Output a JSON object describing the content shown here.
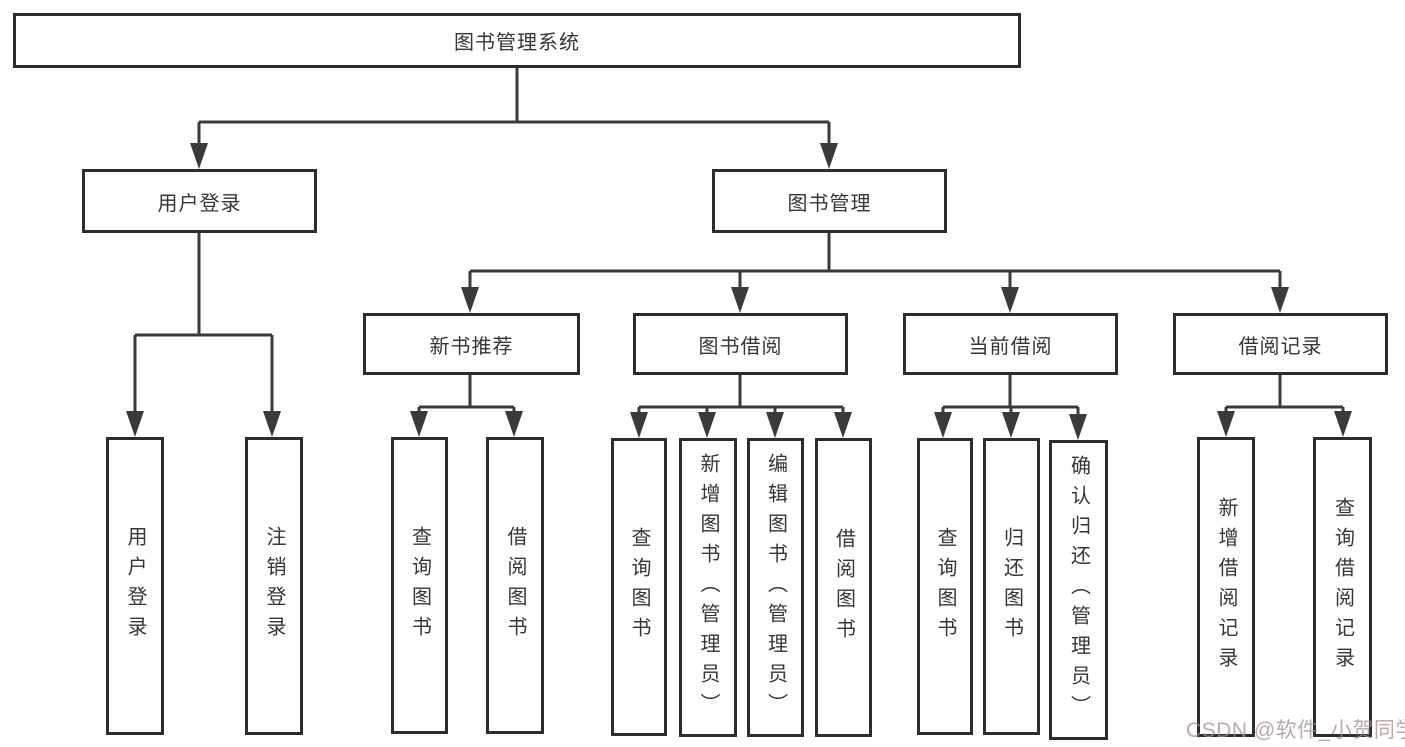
{
  "watermark": "CSDN @软件_小贺同学",
  "colors": {
    "background": "#ffffff",
    "line": "#3a3a3a",
    "box_border": "#2d2d2d",
    "text": "#363636",
    "watermark": "#a68c8c"
  },
  "tree": {
    "root": {
      "label": "图书管理系统",
      "children": [
        {
          "label": "用户登录",
          "children": [
            {
              "label": "用户登录"
            },
            {
              "label": "注销登录"
            }
          ]
        },
        {
          "label": "图书管理",
          "children": [
            {
              "label": "新书推荐",
              "children": [
                {
                  "label": "查询图书"
                },
                {
                  "label": "借阅图书"
                }
              ]
            },
            {
              "label": "图书借阅",
              "children": [
                {
                  "label": "查询图书"
                },
                {
                  "label": "新增图书（管理员）"
                },
                {
                  "label": "编辑图书（管理员）"
                },
                {
                  "label": "借阅图书"
                }
              ]
            },
            {
              "label": "当前借阅",
              "children": [
                {
                  "label": "查询图书"
                },
                {
                  "label": "归还图书"
                },
                {
                  "label": "确认归还（管理员）"
                }
              ]
            },
            {
              "label": "借阅记录",
              "children": [
                {
                  "label": "新增借阅记录"
                },
                {
                  "label": "查询借阅记录"
                }
              ]
            }
          ]
        }
      ]
    }
  }
}
